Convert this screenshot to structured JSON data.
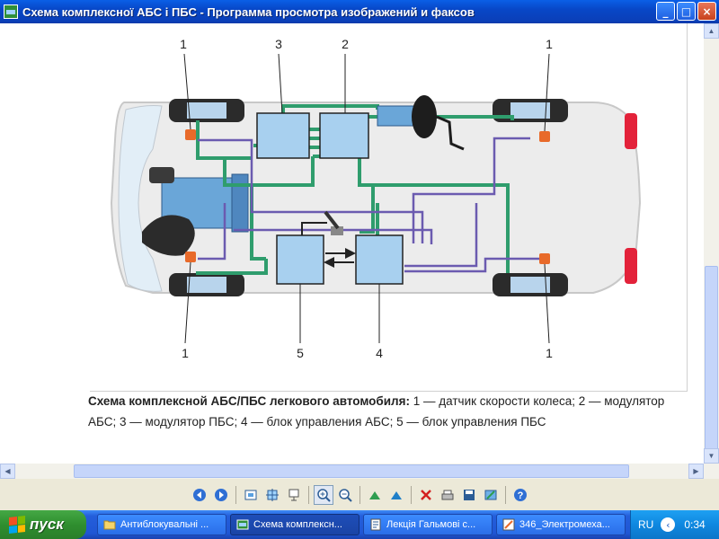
{
  "window": {
    "title": "Схема комплексної АБС і ПБС - Программа просмотра изображений и факсов",
    "buttons": {
      "minimize": "_",
      "maximize": "□",
      "close": "×"
    }
  },
  "diagram": {
    "labels": {
      "top_left_1": "1",
      "top_3": "3",
      "top_2": "2",
      "top_right_1": "1",
      "bottom_left_1": "1",
      "bottom_5": "5",
      "bottom_4": "4",
      "bottom_right_1": "1"
    },
    "colors": {
      "hydraulic": "#2f9d6d",
      "signal": "#6b5bb0",
      "unit_fill": "#a8d0ef",
      "body_fill": "#ececec"
    }
  },
  "caption": {
    "bold": "Схема комплексной АБС/ПБС легкового автомобиля:",
    "rest": " 1 — датчик скорости колеса; 2 — модулятор АБС; 3 — модулятор ПБС; 4 — блок управления АБС; 5 — блок управления ПБС"
  },
  "toolbar": {
    "icons": [
      "prev-image-icon",
      "next-image-icon",
      "best-fit-icon",
      "actual-size-icon",
      "slideshow-icon",
      "zoom-in-icon",
      "zoom-out-icon",
      "rotate-clockwise-icon",
      "rotate-counterclockwise-icon",
      "delete-icon",
      "print-icon",
      "save-icon",
      "edit-icon",
      "help-icon"
    ]
  },
  "taskbar": {
    "start_label": "пуск",
    "tasks": [
      {
        "label": "Антиблокувальні ...",
        "icon": "folder-icon"
      },
      {
        "label": "Схема комплексн...",
        "icon": "image-viewer-icon"
      },
      {
        "label": "Лекція Гальмові с...",
        "icon": "document-icon"
      },
      {
        "label": "346_Электромеха...",
        "icon": "paint-icon"
      }
    ],
    "lang": "RU",
    "clock": "0:34"
  }
}
